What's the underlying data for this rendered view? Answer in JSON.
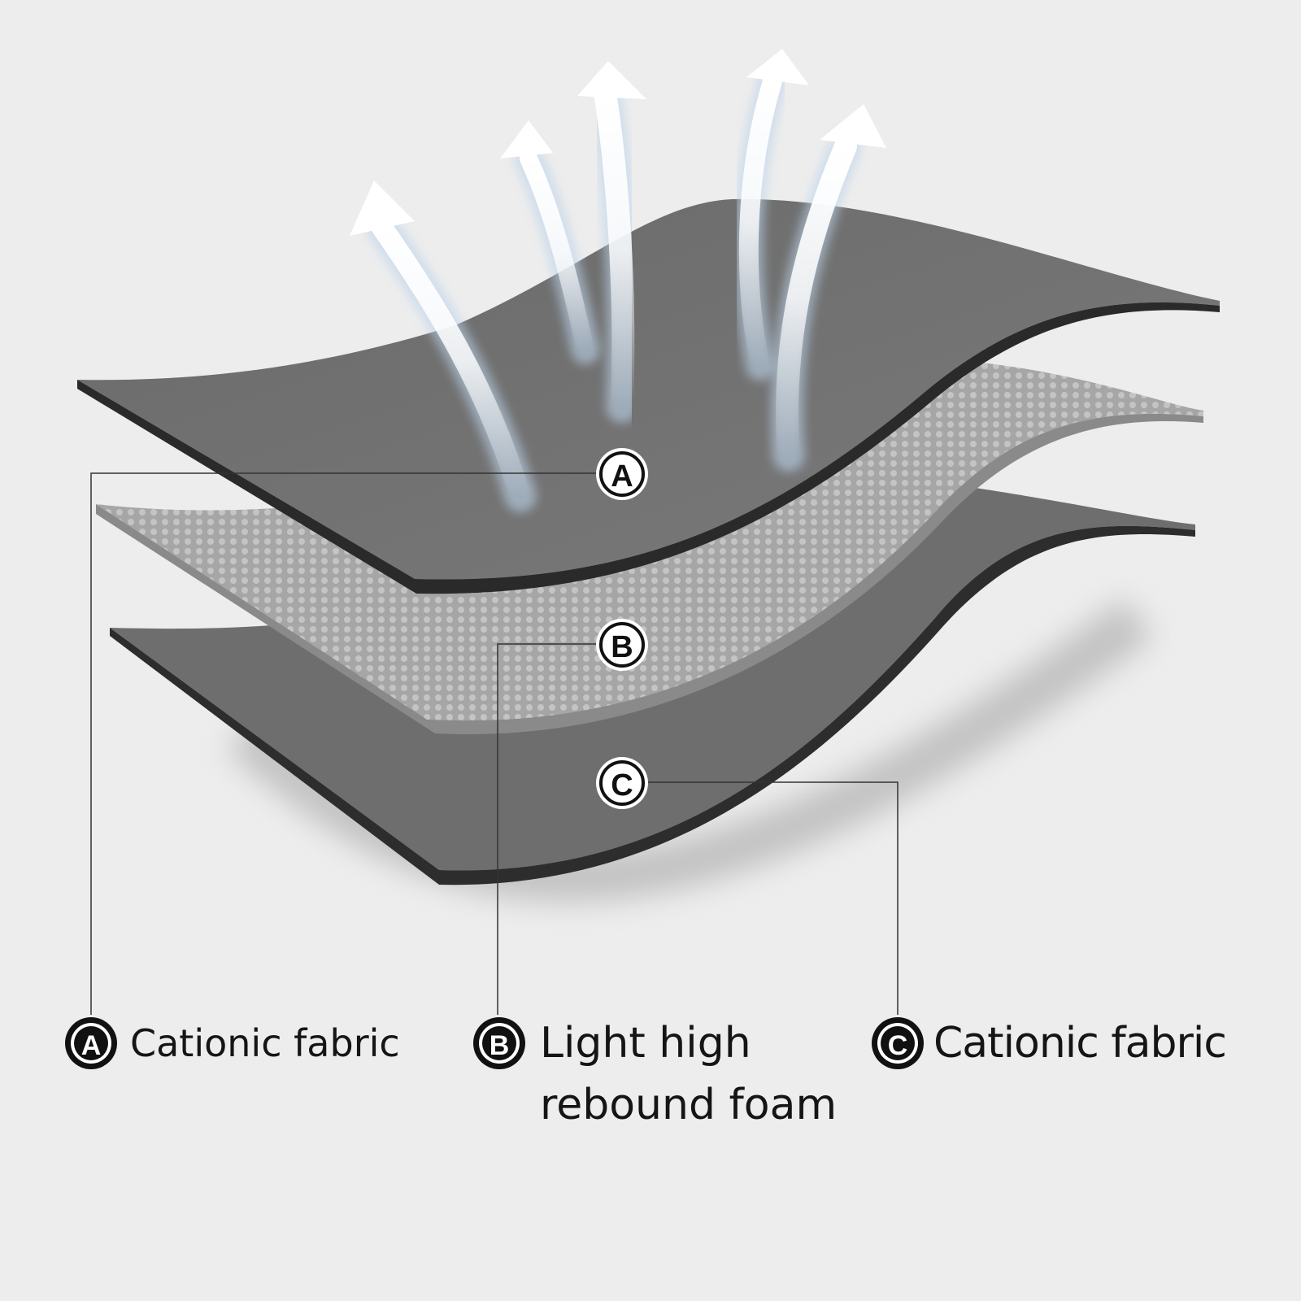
{
  "colors": {
    "background": "#ededed",
    "fabric": "#6f6f6f",
    "foam": "#a9a9a9",
    "edge": "#2a2a2a",
    "arrow": "#ffffff"
  },
  "markers": {
    "a": "A",
    "b": "B",
    "c": "C"
  },
  "legend": [
    {
      "letter": "A",
      "text": "Cationic fabric"
    },
    {
      "letter": "B",
      "text_line1": "Light high",
      "text_line2": "rebound foam"
    },
    {
      "letter": "C",
      "text": "Cationic fabric"
    }
  ]
}
